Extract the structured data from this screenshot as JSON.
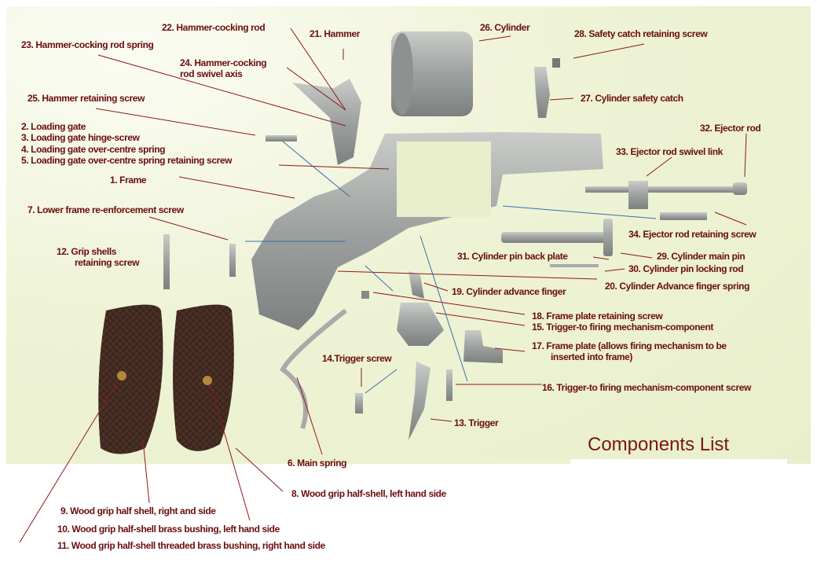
{
  "title": "Components List",
  "labels": {
    "l1": "1. Frame",
    "l2": "2. Loading gate",
    "l3": "3. Loading gate hinge-screw",
    "l4": "4. Loading gate over-centre spring",
    "l5": "5. Loading gate over-centre spring retaining screw",
    "l6": "6. Main spring",
    "l7": "7. Lower frame re-enforcement screw",
    "l8": "8. Wood grip half-shell,  left  hand side",
    "l9": "9. Wood grip half shell, right and side",
    "l10": "10. Wood grip half-shell brass bushing, left hand side",
    "l11": "11. Wood grip half-shell threaded brass bushing, right hand side",
    "l12a": "12. Grip shells",
    "l12b": "retaining screw",
    "l13": "13. Trigger",
    "l14": "14.Trigger screw",
    "l15": "15. Trigger-to firing mechanism-component",
    "l16": "16. Trigger-to firing mechanism-component screw",
    "l17a": "17. Frame plate (allows firing mechanism to be",
    "l17b": "inserted into frame)",
    "l18": "18. Frame plate retaining screw",
    "l19": "19. Cylinder advance finger",
    "l20": "20. Cylinder Advance finger spring",
    "l21": "21. Hammer",
    "l22": "22. Hammer-cocking rod",
    "l23": "23. Hammer-cocking rod spring",
    "l24a": "24. Hammer-cocking",
    "l24b": "rod swivel axis",
    "l25": "25. Hammer retaining screw",
    "l26": "26. Cylinder",
    "l27": "27. Cylinder safety catch",
    "l28": "28. Safety catch retaining screw",
    "l29": "29. Cylinder main pin",
    "l30": "30. Cylinder pin locking rod",
    "l31": "31. Cylinder pin back plate",
    "l32": "32. Ejector rod",
    "l33": "33. Ejector rod swivel link",
    "l34": "34. Ejector rod retaining screw"
  },
  "colors": {
    "label": "#6a0d0d",
    "leader": "#8b1a1a",
    "arrow": "#3a6ea5"
  }
}
